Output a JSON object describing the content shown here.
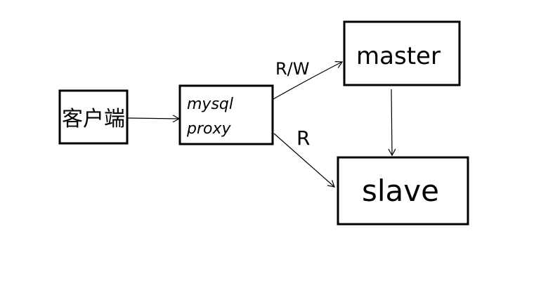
{
  "diagram": {
    "nodes": {
      "client": {
        "label": "客户端"
      },
      "proxy": {
        "label_line1": "mysql",
        "label_line2": "proxy"
      },
      "master": {
        "label": "master"
      },
      "slave": {
        "label": "slave"
      }
    },
    "edges": {
      "proxy_to_master": {
        "label": "R/W"
      },
      "proxy_to_slave": {
        "label": "R"
      }
    }
  },
  "colors": {
    "background": "#ffffff",
    "ink": "#000000"
  }
}
